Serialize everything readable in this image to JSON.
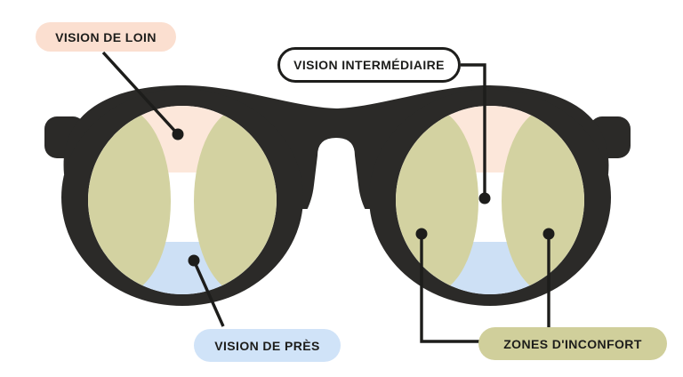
{
  "diagram": {
    "name": "progressive-lens-vision-zones",
    "background": "#ffffff",
    "lens_count": 2
  },
  "colors": {
    "frame": "#2b2a28",
    "connector": "#1d1d1b",
    "text": "#1d1d1b",
    "zone_far": "#fce7da",
    "zone_intermediate": "#ffffff",
    "zone_near": "#cde0f5",
    "zone_discomfort": "#d3d2a1"
  },
  "labels": {
    "far": {
      "text": "VISION DE LOIN",
      "bg": "#fbdfd0"
    },
    "intermediate": {
      "text": "VISION INTERMÉDIAIRE",
      "bg": "#ffffff",
      "border": "#1d1d1b"
    },
    "near": {
      "text": "VISION DE PRÈS",
      "bg": "#d0e3f8"
    },
    "discomfort": {
      "text": "ZONES D'INCONFORT",
      "bg": "#d0cf9b"
    }
  },
  "zones": [
    {
      "id": "far",
      "label": "VISION DE LOIN",
      "color": "#fce7da"
    },
    {
      "id": "intermediate",
      "label": "VISION INTERMÉDIAIRE",
      "color": "#ffffff"
    },
    {
      "id": "near",
      "label": "VISION DE PRÈS",
      "color": "#cde0f5"
    },
    {
      "id": "discomfort",
      "label": "ZONES D'INCONFORT",
      "color": "#d3d2a1"
    }
  ]
}
